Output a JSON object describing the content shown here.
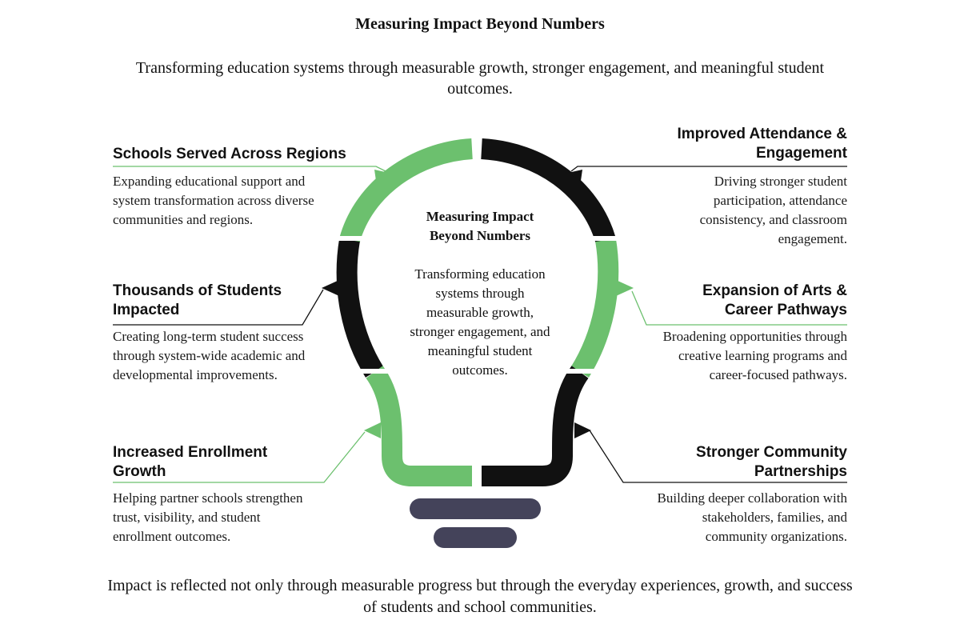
{
  "title": "Measuring Impact Beyond Numbers",
  "subtitle": "Transforming education systems through measurable growth, stronger engagement, and meaningful student outcomes.",
  "center": {
    "title": "Measuring Impact Beyond Numbers",
    "text": "Transforming education systems through measurable growth, stronger engagement, and meaningful student outcomes."
  },
  "items": [
    {
      "heading": "Schools Served Across Regions",
      "text": "Expanding educational support and system transformation across diverse communities and regions.",
      "color": "#6cc06e"
    },
    {
      "heading": "Thousands of Students Impacted",
      "text": "Creating long-term student success through system-wide academic and developmental improvements.",
      "color": "#111111"
    },
    {
      "heading": "Increased Enrollment Growth",
      "text": "Helping partner schools strengthen trust, visibility, and student enrollment outcomes.",
      "color": "#6cc06e"
    },
    {
      "heading": "Improved Attendance & Engagement",
      "text": "Driving stronger student participation, attendance consistency, and classroom engagement.",
      "color": "#111111"
    },
    {
      "heading": "Expansion of Arts & Career Pathways",
      "text": "Broadening opportunities through creative learning programs and career-focused pathways.",
      "color": "#6cc06e"
    },
    {
      "heading": "Stronger Community Partnerships",
      "text": "Building deeper collaboration with stakeholders, families, and community organizations.",
      "color": "#111111"
    }
  ],
  "footer": "Impact is reflected not only through measurable progress but through the everyday experiences, growth, and success of students and school communities.",
  "colors": {
    "green": "#6cc06e",
    "black": "#111111",
    "base": "#44435a"
  }
}
